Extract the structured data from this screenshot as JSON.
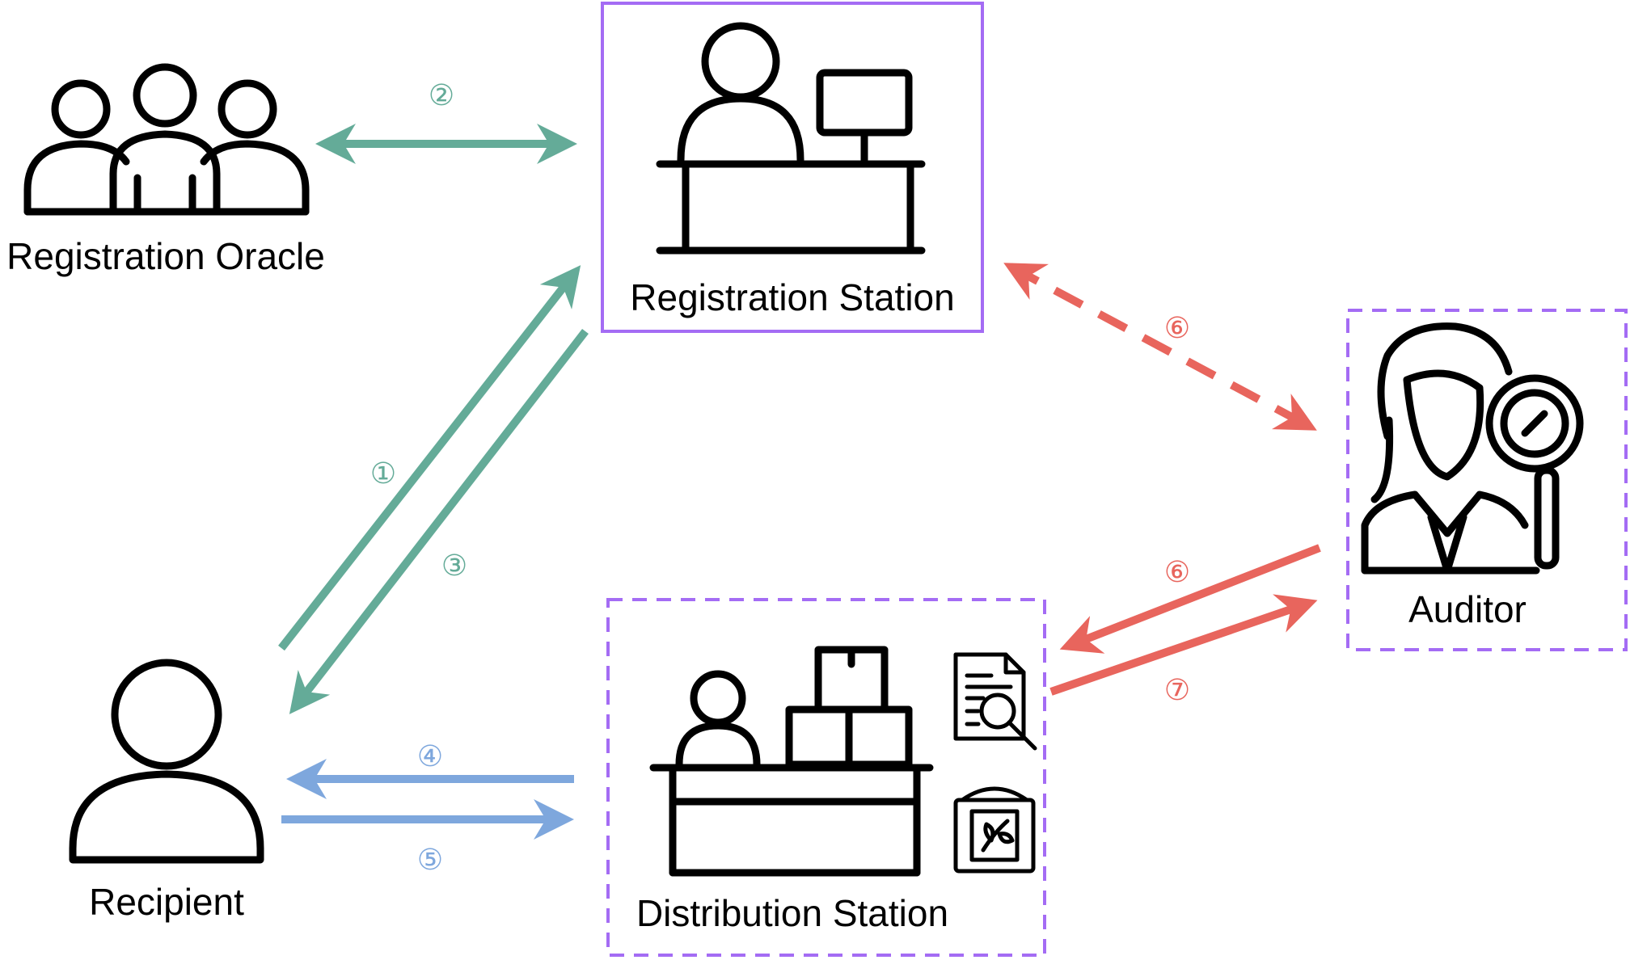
{
  "colors": {
    "teal": "#64ab98",
    "blue": "#7ea7dd",
    "red": "#e8655d",
    "purple": "#a46cf4",
    "ink": "#000000"
  },
  "nodes": {
    "registration_oracle": {
      "label": "Registration Oracle",
      "icon": "group-of-people-icon"
    },
    "registration_station": {
      "label": "Registration Station",
      "icon": "clerk-at-desk-icon"
    },
    "recipient": {
      "label": "Recipient",
      "icon": "person-icon"
    },
    "distribution_station": {
      "label": "Distribution Station",
      "icon": "clerk-with-boxes-icon"
    },
    "auditor": {
      "label": "Auditor",
      "icon": "auditor-magnifier-icon"
    }
  },
  "steps": {
    "s1": "①",
    "s2": "②",
    "s3": "③",
    "s4": "④",
    "s5": "⑤",
    "s6": "⑥",
    "s7": "⑦"
  }
}
